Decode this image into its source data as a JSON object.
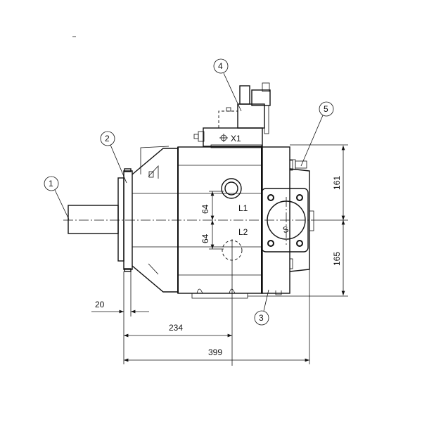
{
  "drawing": {
    "callouts": [
      "1",
      "2",
      "3",
      "4",
      "5"
    ],
    "ports": {
      "x1": "X1",
      "l1": "L1",
      "l2": "L2",
      "s": "S"
    },
    "dimensions": {
      "port_offset_upper": "64",
      "port_offset_lower": "64",
      "height_upper": "161",
      "height_lower": "165",
      "flange_thickness": "20",
      "port_distance": "234",
      "overall_length": "399"
    }
  }
}
